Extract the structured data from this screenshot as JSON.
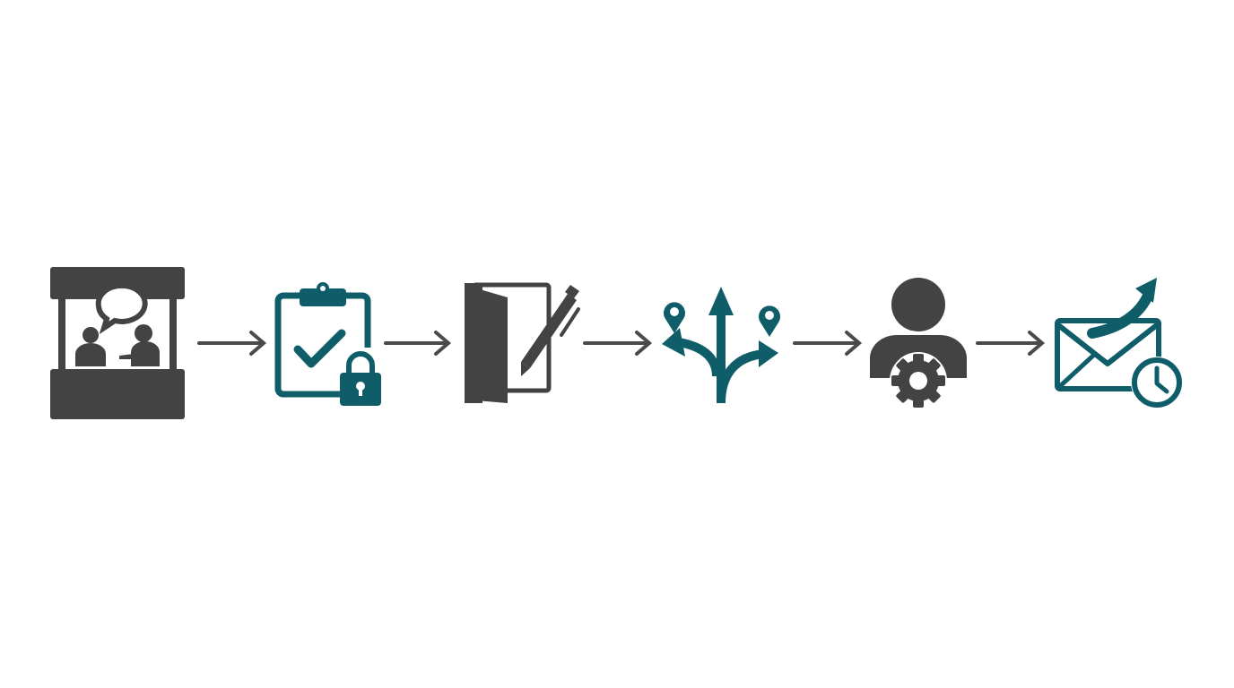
{
  "colors": {
    "dark": "#434344",
    "teal": "#0e5d68",
    "arrow": "#4a4a4a",
    "background": "#ffffff"
  },
  "steps": [
    {
      "icon": "booth-conversation-icon",
      "color": "dark"
    },
    {
      "icon": "clipboard-check-lock-icon",
      "color": "teal"
    },
    {
      "icon": "door-notepad-pen-icon",
      "color": "dark"
    },
    {
      "icon": "branching-paths-icon",
      "color": "teal"
    },
    {
      "icon": "user-gear-icon",
      "color": "dark"
    },
    {
      "icon": "envelope-growth-clock-icon",
      "color": "teal"
    }
  ],
  "connectors": [
    {
      "from": 1,
      "to": 2,
      "icon": "right-arrow-icon"
    },
    {
      "from": 2,
      "to": 3,
      "icon": "right-arrow-icon"
    },
    {
      "from": 3,
      "to": 4,
      "icon": "right-arrow-icon"
    },
    {
      "from": 4,
      "to": 5,
      "icon": "right-arrow-icon"
    },
    {
      "from": 5,
      "to": 6,
      "icon": "right-arrow-icon"
    }
  ]
}
